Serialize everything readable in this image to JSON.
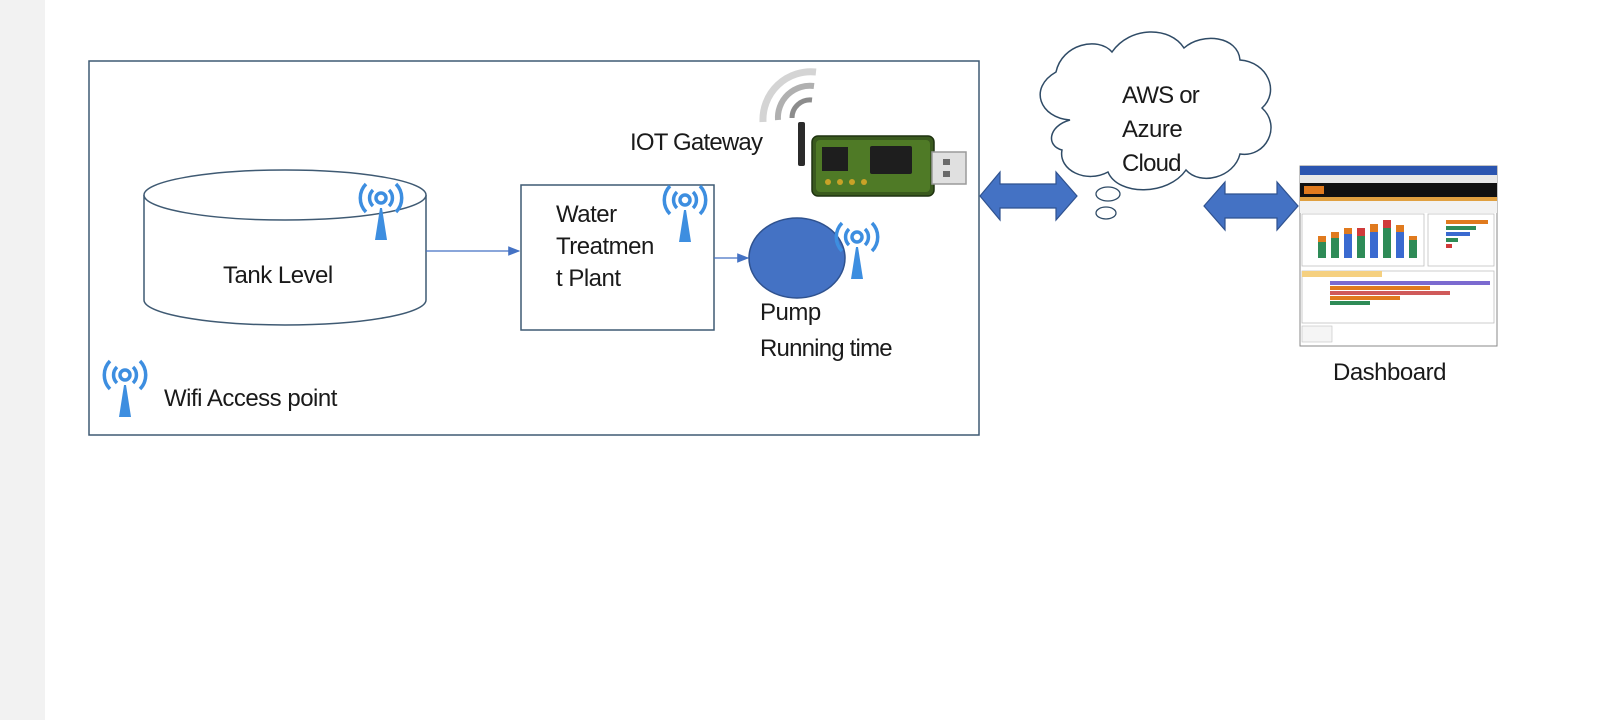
{
  "diagram": {
    "tank_label": "Tank Level",
    "treatment_label_lines": [
      "Water",
      "Treatmen",
      "t Plant"
    ],
    "gateway_label": "IOT Gateway",
    "pump_label_lines": [
      "Pump",
      "Running time"
    ],
    "wifi_legend_label": "Wifi Access point",
    "cloud_label_lines": [
      "AWS or",
      "Azure",
      "Cloud"
    ],
    "dashboard_label": "Dashboard"
  },
  "colors": {
    "frame": "#3f5a73",
    "wifi": "#3d8ee0",
    "pump_fill": "#4472c4",
    "arrow_fill": "#4472c4",
    "connector": "#4472c4"
  },
  "icons": [
    "wifi-access-point-icon",
    "iot-gateway-usb-icon",
    "cloud-shape",
    "dashboard-screenshot-icon"
  ]
}
